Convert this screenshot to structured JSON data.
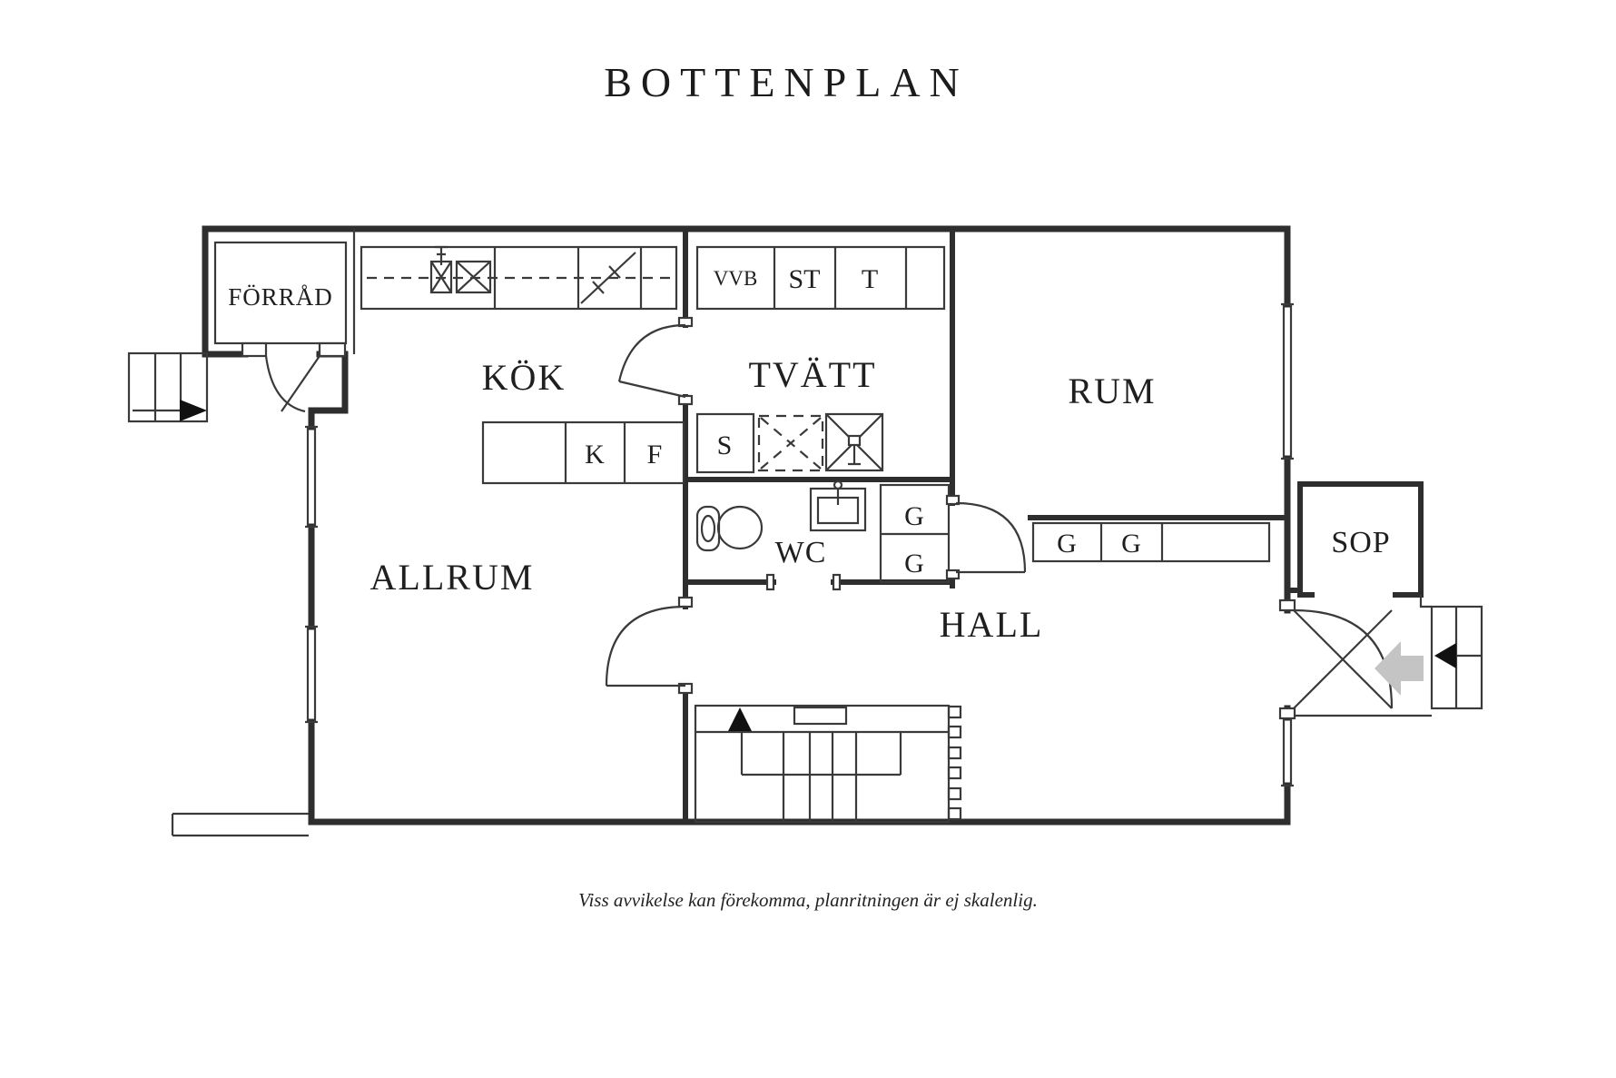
{
  "title": "BOTTENPLAN",
  "caption": "Viss avvikelse kan förekomma, planritningen är ej skalenlig.",
  "colors": {
    "background": "#ffffff",
    "line": "#3a3a3a",
    "wall": "#2e2e2e",
    "arrow_gray": "#c4c4c4",
    "arrow_black": "#111111"
  },
  "rooms": {
    "forrad": {
      "label": "FÖRRÅD"
    },
    "kok": {
      "label": "KÖK"
    },
    "tvatt": {
      "label": "TVÄTT"
    },
    "rum": {
      "label": "RUM"
    },
    "allrum": {
      "label": "ALLRUM"
    },
    "wc": {
      "label": "WC"
    },
    "hall": {
      "label": "HALL"
    },
    "sop": {
      "label": "SOP"
    }
  },
  "fixtures": {
    "vvb": "VVB",
    "st": "ST",
    "t": "T",
    "k": "K",
    "f": "F",
    "s": "S",
    "wardrobes": [
      "G",
      "G",
      "G",
      "G"
    ]
  }
}
